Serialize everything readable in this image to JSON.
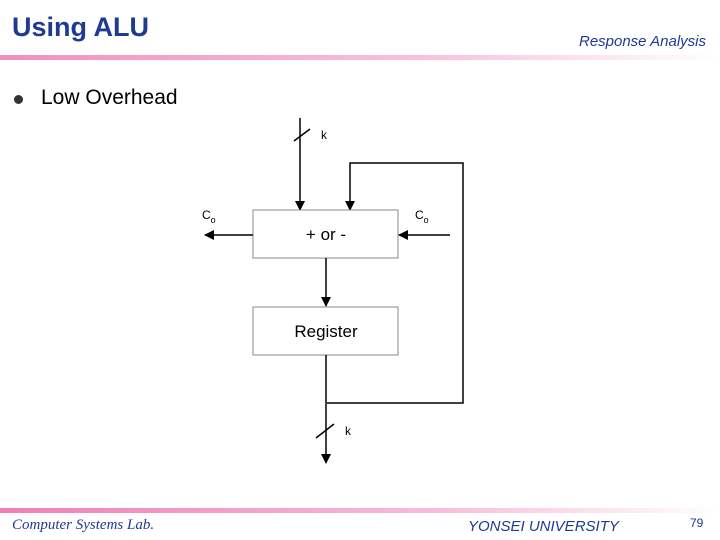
{
  "header": {
    "title": "Using ALU",
    "section": "Response Analysis"
  },
  "bullet": {
    "text": "Low Overhead"
  },
  "diagram": {
    "adder_label": "+ or -",
    "register_label": "Register",
    "input_width_label": "k",
    "output_width_label": "k",
    "carry_out_label": "C",
    "carry_out_sub": "o",
    "carry_in_label": "C",
    "carry_in_sub": "o"
  },
  "footer": {
    "lab": "Computer Systems Lab.",
    "university": "YONSEI UNIVERSITY",
    "page": "79"
  },
  "colors": {
    "accent": "#1f3a93",
    "rule": "#f28fc0"
  }
}
